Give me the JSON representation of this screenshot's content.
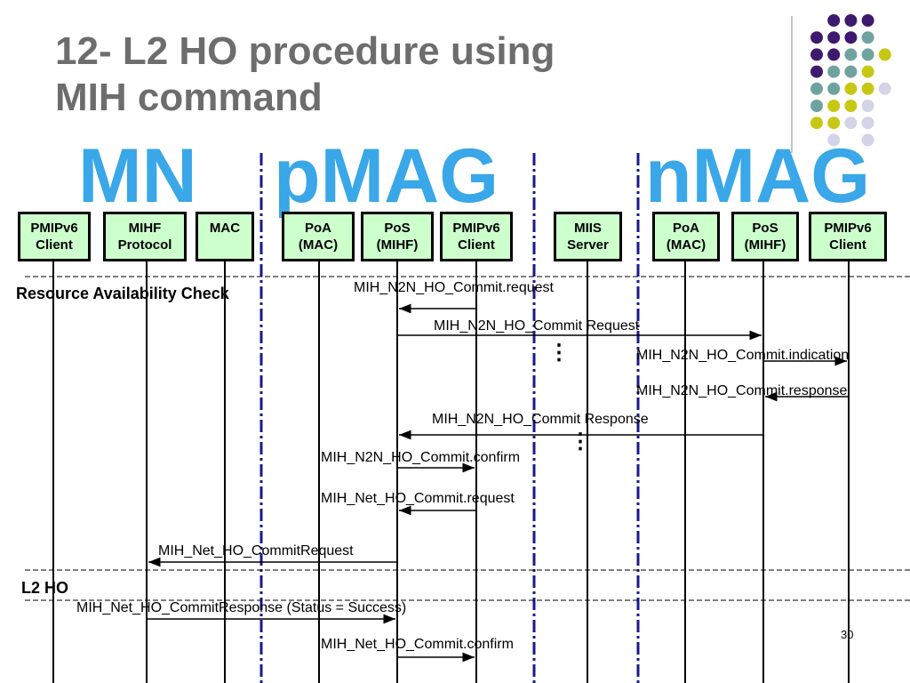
{
  "title": {
    "line1": "12- L2 HO procedure using",
    "line2": "MIH command"
  },
  "groups": {
    "mn": "MN",
    "pmag": "pMAG",
    "nmag": "nMAG"
  },
  "entities": [
    {
      "label": "PMIPv6\nClient"
    },
    {
      "label": "MIHF\nProtocol"
    },
    {
      "label": "MAC"
    },
    {
      "label": "PoA\n(MAC)"
    },
    {
      "label": "PoS\n(MIHF)"
    },
    {
      "label": "PMIPv6\nClient"
    },
    {
      "label": "MIIS\nServer"
    },
    {
      "label": "PoA\n(MAC)"
    },
    {
      "label": "PoS\n(MIHF)"
    },
    {
      "label": "PMIPv6\nClient"
    }
  ],
  "sections": {
    "resource_check": "Resource Availability Check",
    "l2_ho": "L2 HO"
  },
  "messages": [
    {
      "label": "MIH_N2N_HO_Commit.request"
    },
    {
      "label": "MIH_N2N_HO_Commit Request"
    },
    {
      "label": "MIH_N2N_HO_Commit.indication"
    },
    {
      "label": "MIH_N2N_HO_Commit.response"
    },
    {
      "label": "MIH_N2N_HO_Commit Response"
    },
    {
      "label": "MIH_N2N_HO_Commit.confirm"
    },
    {
      "label": "MIH_Net_HO_Commit.request"
    },
    {
      "label": "MIH_Net_HO_CommitRequest"
    },
    {
      "label": "MIH_Net_HO_CommitResponse (Status = Success)"
    },
    {
      "label": "MIH_Net_HO_Commit.confirm"
    }
  ],
  "ellipses": [
    "⋮",
    "⋮"
  ],
  "page_number": "30",
  "colors": {
    "title": "#6d6d6d",
    "group_name": "#39a7e8",
    "entity_fill": "#ccffcc",
    "divider": "#1a1a8c",
    "dot_purple": "#3d1a6e",
    "dot_teal": "#6fa3a0",
    "dot_yellow": "#c8c814",
    "dot_lavender": "#d4d4e8"
  }
}
